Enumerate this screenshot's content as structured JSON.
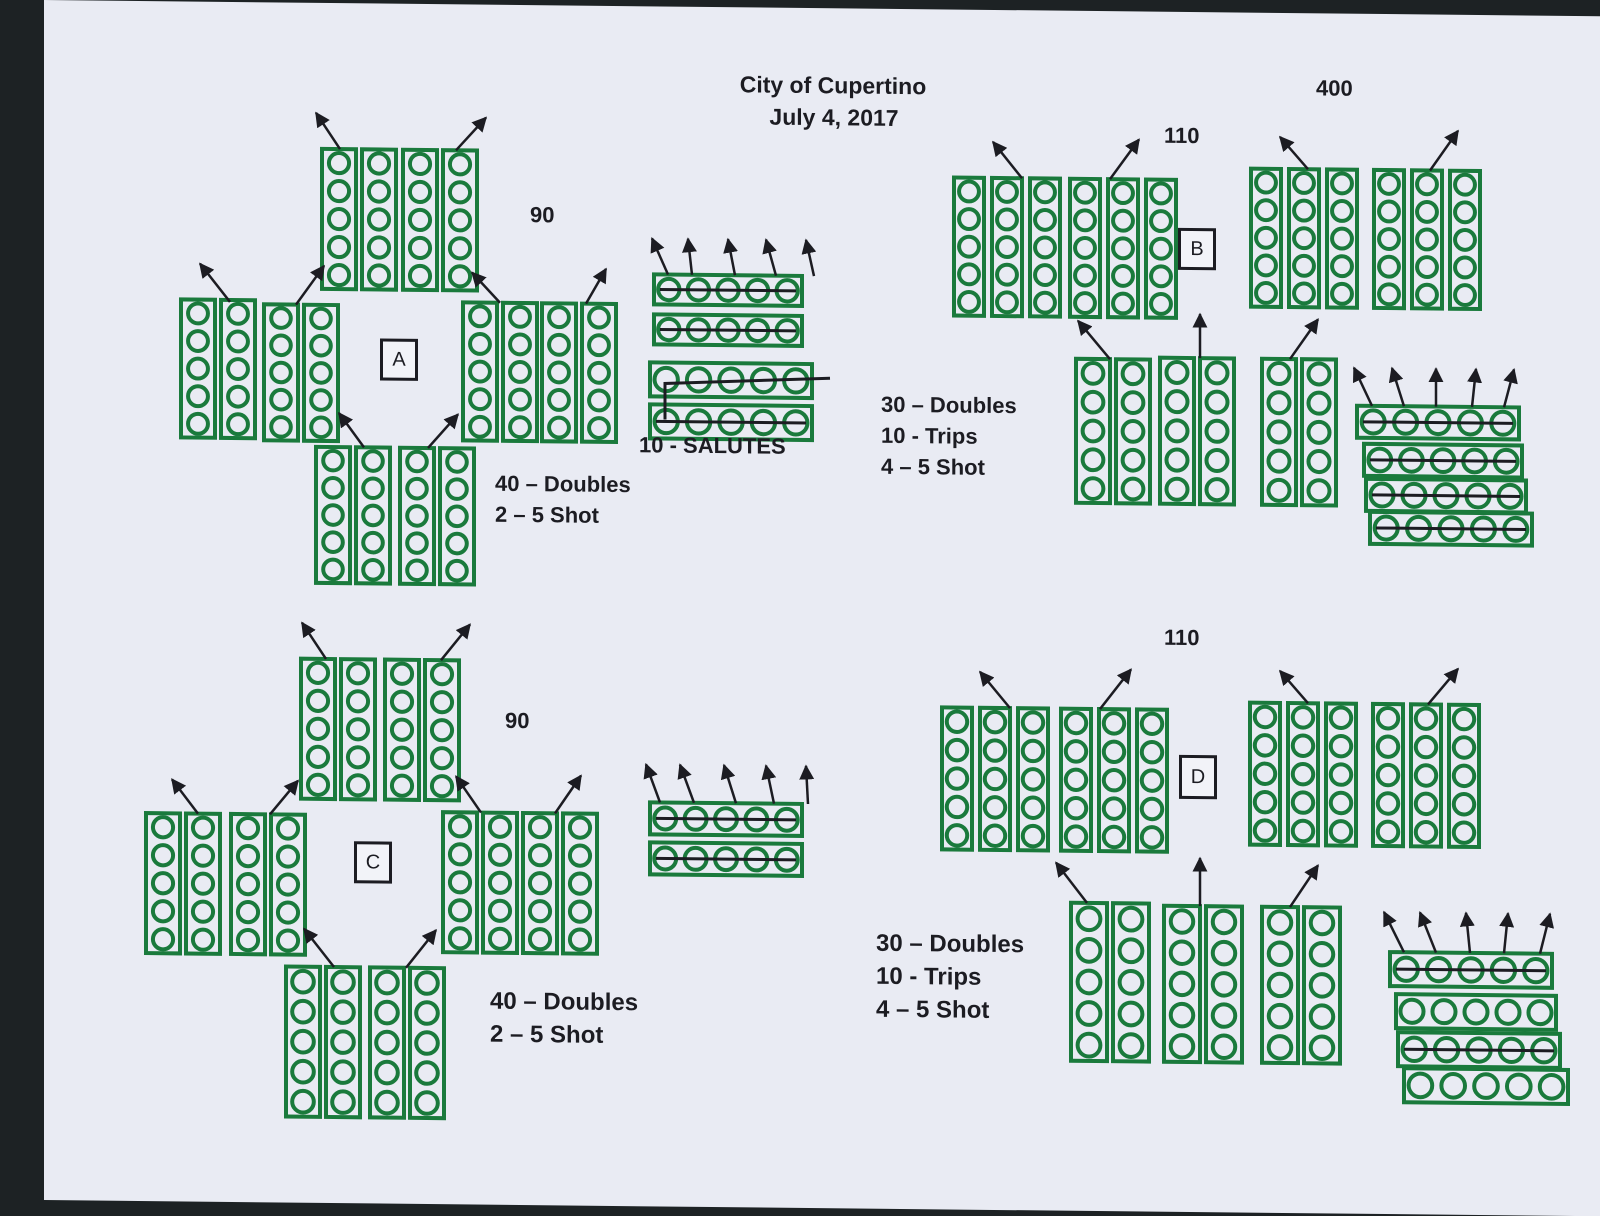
{
  "header": {
    "title": "City of Cupertino",
    "date": "July 4, 2017"
  },
  "counts": {
    "top_right": "400",
    "section_a": "90",
    "section_b": "110",
    "section_c": "90",
    "section_d": "110"
  },
  "sections": {
    "a": {
      "label": "A",
      "spec": [
        "40 – Doubles",
        "2 – 5 Shot"
      ],
      "salutes": "10 - SALUTES"
    },
    "b": {
      "label": "B",
      "spec": [
        "30 – Doubles",
        "10 - Trips",
        "4 – 5 Shot"
      ]
    },
    "c": {
      "label": "C",
      "spec": [
        "40 – Doubles",
        "2 – 5 Shot"
      ]
    },
    "d": {
      "label": "D",
      "spec": [
        "30 – Doubles",
        "10 - Trips",
        "4 – 5 Shot"
      ]
    }
  },
  "colors": {
    "rack_green": "#1a7a3c",
    "ink": "#1c1c22",
    "paper": "#e9ebf3"
  },
  "icons": {
    "direction_arrow": "arrow-icon",
    "tube": "circle-outline"
  }
}
